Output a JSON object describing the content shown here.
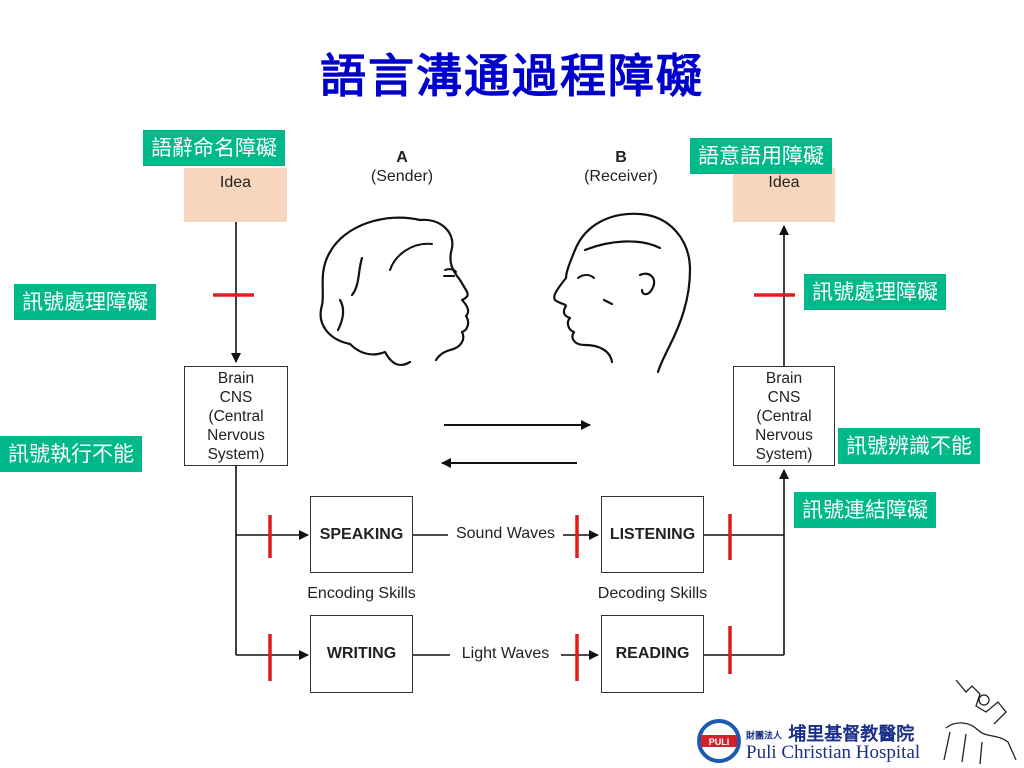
{
  "title": "語言溝通過程障礙",
  "tags": {
    "semantic_naming": "語辭命名障礙",
    "semantic_pragmatic": "語意語用障礙",
    "signal_processing_left": "訊號處理障礙",
    "signal_processing_right": "訊號處理障礙",
    "signal_execution": "訊號執行不能",
    "signal_recognition": "訊號辨識不能",
    "signal_connection": "訊號連結障礙"
  },
  "sender": {
    "letter": "A",
    "role": "(Sender)",
    "idea": "Idea"
  },
  "receiver": {
    "letter": "B",
    "role": "(Receiver)",
    "idea": "Idea"
  },
  "brain_left": [
    "Brain",
    "CNS",
    "(Central",
    "Nervous",
    "System)"
  ],
  "brain_right": [
    "Brain",
    "CNS",
    "(Central",
    "Nervous",
    "System)"
  ],
  "processes": {
    "speaking": "SPEAKING",
    "writing": "WRITING",
    "listening": "LISTENING",
    "reading": "READING",
    "sound_waves": "Sound Waves",
    "light_waves": "Light Waves",
    "encoding": "Encoding Skills",
    "decoding": "Decoding Skills"
  },
  "logo": {
    "badge": "PULI",
    "org_small": "財團法人",
    "name_zh": "埔里基督教醫院",
    "name_en": "Puli Christian Hospital"
  },
  "colors": {
    "title": "#0000cc",
    "tag": "#00b88a",
    "idea": "#f8d5bd",
    "barrier": "#e41b1b"
  }
}
